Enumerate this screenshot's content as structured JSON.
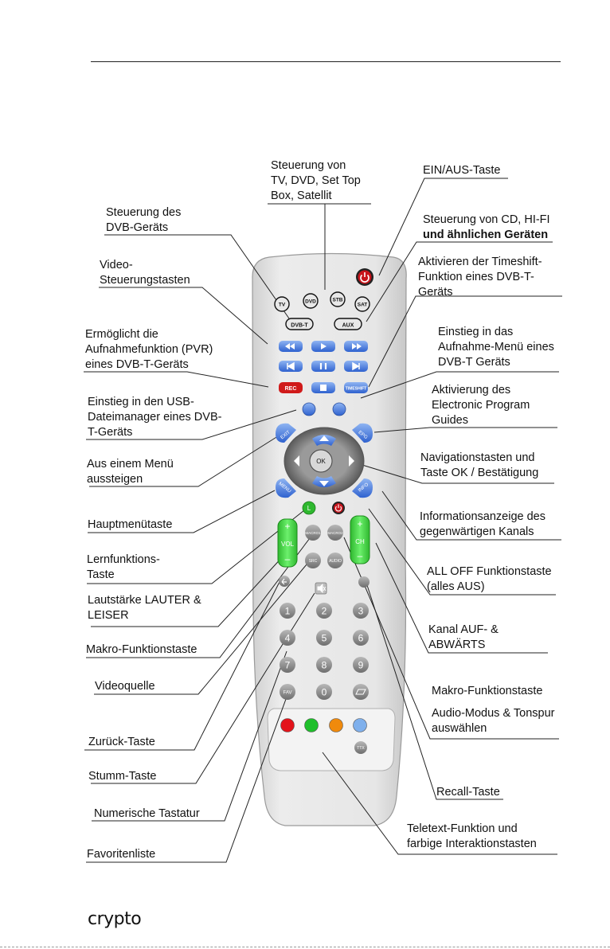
{
  "brand": "crypto",
  "remote": {
    "mode_buttons": [
      "TV",
      "DVD",
      "STB",
      "SAT"
    ],
    "dvbt_button": "DVB-T",
    "aux_button": "AUX",
    "rec_button": "REC",
    "timeshift_button": "TIMESHIFT",
    "exit_button": "EXIT",
    "epg_button": "EPG",
    "ok_button": "OK",
    "menu_button": "MENU",
    "info_button": "INFO",
    "learn_button": "L",
    "vol_label": "VOL",
    "ch_label": "CH",
    "plus": "+",
    "minus": "–",
    "macro1_button": "MACRO1",
    "macro2_button": "MACRO2",
    "src_button": "SRC",
    "audio_button": "AUDIO",
    "digits": [
      "1",
      "2",
      "3",
      "4",
      "5",
      "6",
      "7",
      "8",
      "9",
      "0"
    ],
    "fav_button": "FAV",
    "ttx_button": "TTX",
    "color_keys": [
      "#e3141b",
      "#1fbf2b",
      "#f08a0c",
      "#7fb0ec"
    ],
    "power_color": "#c8141b",
    "accent_blue": "#3d6fd6",
    "accent_green": "#33cc33"
  },
  "labels": {
    "steuerung_tv": [
      "Steuerung von",
      "TV, DVD, Set Top",
      "Box, Satellit"
    ],
    "ein_aus": [
      "EIN/AUS-Taste"
    ],
    "steuerung_dvb": [
      "Steuerung des",
      "DVB-Geräts"
    ],
    "steuerung_cd": [
      "Steuerung von CD, HI-FI",
      "und ähnlichen Geräten"
    ],
    "video_steuer": [
      "Video-",
      "Steuerungstasten"
    ],
    "timeshift": [
      "Aktivieren der Timeshift-",
      "Funktion eines DVB-T-",
      "Geräts"
    ],
    "aufnahme_pvr": [
      "Ermöglicht die",
      "Aufnahmefunktion (PVR)",
      "eines DVB-T-Geräts"
    ],
    "aufnahme_menu": [
      "Einstieg in das",
      "Aufnahme-Menü eines",
      "DVB-T Geräts"
    ],
    "usb": [
      "Einstieg in den  USB-",
      "Dateimanager eines DVB-",
      "T-Geräts"
    ],
    "epg": [
      "Aktivierung des",
      "Electronic Program",
      "Guides"
    ],
    "exit": [
      "Aus einem Menü",
      "aussteigen"
    ],
    "navigation": [
      "Navigationstasten und",
      "Taste OK / Bestätigung"
    ],
    "hauptmenu": [
      "Hauptmenütaste"
    ],
    "info": [
      "Informationsanzeige des",
      "gegenwärtigen Kanals"
    ],
    "lern": [
      "Lernfunktions-",
      "Taste"
    ],
    "all_off": [
      "ALL OFF Funktionstaste",
      "(alles AUS)"
    ],
    "lautstaerke": [
      "Lautstärke LAUTER &",
      "LEISER"
    ],
    "kanal": [
      "Kanal AUF- &",
      "ABWÄRTS"
    ],
    "makro_left": [
      "Makro-Funktionstaste"
    ],
    "videoquelle": [
      "Videoquelle"
    ],
    "makro_right": [
      "Makro-Funktionstaste"
    ],
    "audio_modus": [
      "Audio-Modus & Tonspur",
      "auswählen"
    ],
    "zurueck": [
      "Zurück-Taste"
    ],
    "stumm": [
      "Stumm-Taste"
    ],
    "recall": [
      "Recall-Taste"
    ],
    "numerisch": [
      "Numerische Tastatur"
    ],
    "teletext": [
      "Teletext-Funktion und",
      "farbige Interaktionstasten"
    ],
    "favoriten": [
      "Favoritenliste"
    ]
  }
}
